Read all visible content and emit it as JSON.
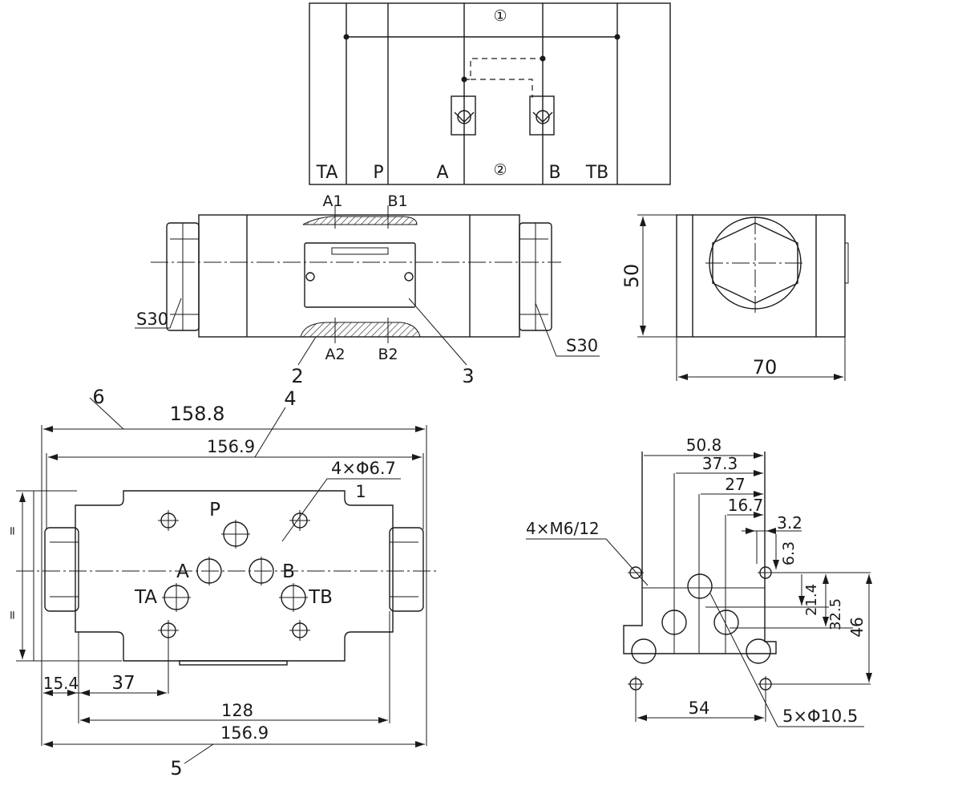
{
  "schematic": {
    "circle_1": "①",
    "circle_2": "②",
    "ports": [
      "TA",
      "P",
      "A",
      "B",
      "TB"
    ]
  },
  "front_view": {
    "port_a1": "A1",
    "port_b1": "B1",
    "port_a2": "A2",
    "port_b2": "B2",
    "left_plug": "S30",
    "right_plug": "S30",
    "callout_2": "2",
    "callout_3": "3"
  },
  "side_view": {
    "height": "50",
    "width": "70"
  },
  "bottom_view": {
    "callout_6": "6",
    "callout_4": "4",
    "callout_1": "1",
    "callout_5": "5",
    "overall_length": "158.8",
    "body_length_top": "156.9",
    "body_length_bottom": "156.9",
    "hole_spec": "4×Φ6.7",
    "port_p": "P",
    "port_a": "A",
    "port_b": "B",
    "port_ta": "TA",
    "port_tb": "TB",
    "dim_15_4": "15.4",
    "dim_37": "37",
    "dim_128": "128",
    "equal_mark_1": "=",
    "equal_mark_2": "="
  },
  "pattern_view": {
    "dim_50_8": "50.8",
    "dim_37_3": "37.3",
    "dim_27": "27",
    "dim_16_7": "16.7",
    "dim_3_2": "3.2",
    "dim_6_3": "6.3",
    "dim_21_4": "21.4",
    "dim_32_5": "32.5",
    "dim_46": "46",
    "dim_54": "54",
    "thread_spec": "4×M6/12",
    "port_spec": "5×Φ10.5"
  }
}
